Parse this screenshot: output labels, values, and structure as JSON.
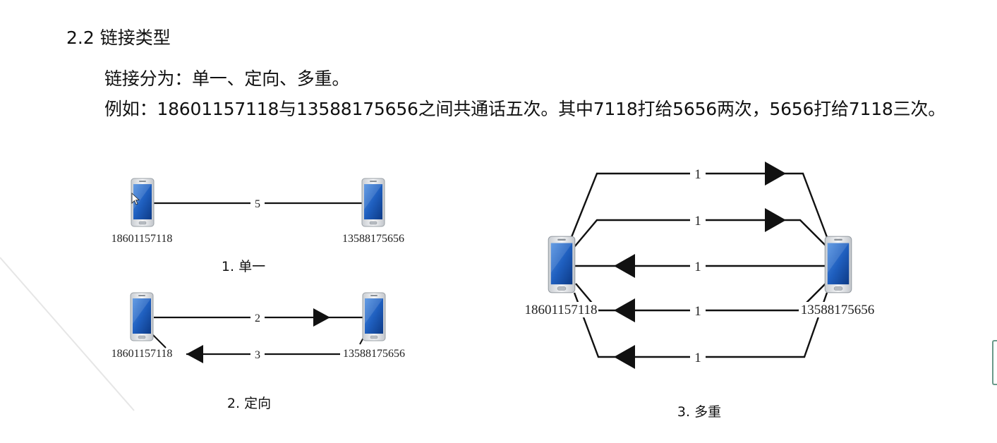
{
  "section": {
    "title": "2.2 链接类型"
  },
  "body": {
    "line1": "链接分为：单一、定向、多重。",
    "line2": "例如：18601157118与13588175656之间共通话五次。其中7118打给5656两次，5656打给7118三次。"
  },
  "diagrams": {
    "single": {
      "left_phone": "18601157118",
      "right_phone": "13588175656",
      "edge_label": "5",
      "caption": "1. 单一"
    },
    "directed": {
      "left_phone": "18601157118",
      "right_phone": "13588175656",
      "edge_top_label": "2",
      "edge_bottom_label": "3",
      "caption": "2. 定向"
    },
    "multiple": {
      "left_phone": "18601157118",
      "right_phone": "13588175656",
      "edge_labels": [
        "1",
        "1",
        "1",
        "1",
        "1"
      ],
      "caption": "3. 多重"
    }
  },
  "icons": {
    "phone": "smartphone-icon",
    "arrow": "arrowhead-icon"
  },
  "colors": {
    "phone_screen": "#1f5fbf",
    "phone_body": "#e9ecef",
    "edge": "#111111"
  }
}
